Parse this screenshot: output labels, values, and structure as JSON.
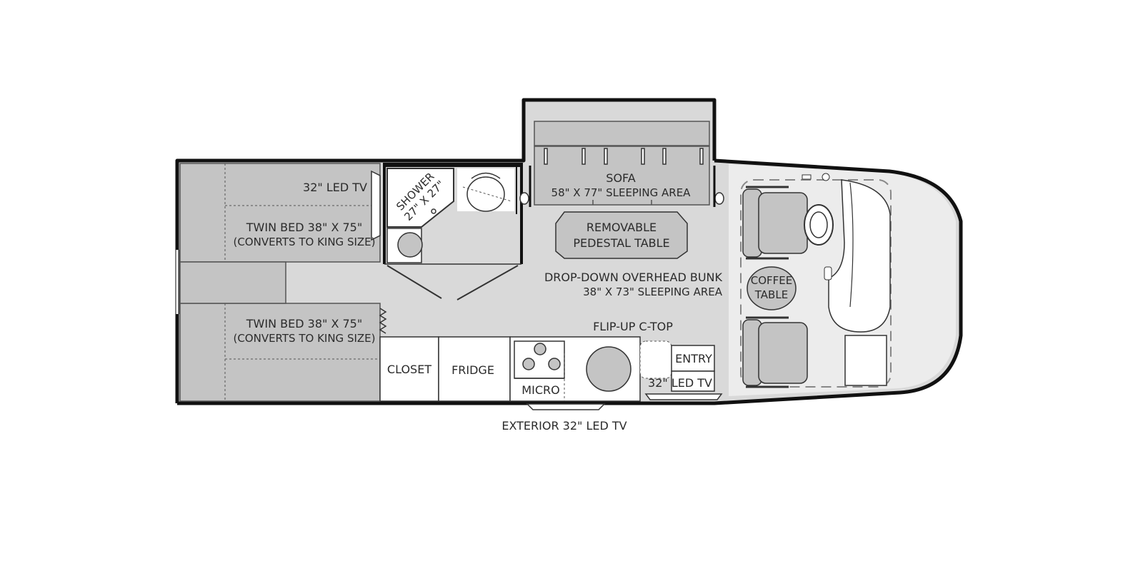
{
  "labels": {
    "bedroom_tv": "32\" LED TV",
    "twin_bed_top": "TWIN BED 38\" X 75\"",
    "twin_bed_top_note": "(CONVERTS TO KING SIZE)",
    "twin_bed_bottom": "TWIN BED 38\" X 75\"",
    "twin_bed_bottom_note": "(CONVERTS TO KING SIZE)",
    "shower_line1": "SHOWER",
    "shower_line2": "27\" X 27\"",
    "sofa": "SOFA",
    "sofa_note": "58\" X 77\" SLEEPING AREA",
    "table_line1": "REMOVABLE",
    "table_line2": "PEDESTAL TABLE",
    "bunk": "DROP-DOWN OVERHEAD BUNK",
    "bunk_note": "38\" X 73\" SLEEPING AREA",
    "coffee_line1": "COFFEE",
    "coffee_line2": "TABLE",
    "flip_top": "FLIP-UP C-TOP",
    "entry": "ENTRY",
    "front_tv": "32\" LED TV",
    "closet": "CLOSET",
    "fridge": "FRIDGE",
    "micro": "MICRO",
    "exterior_tv": "EXTERIOR 32\" LED TV"
  },
  "colors": {
    "floor": "#d9d9d9",
    "furniture": "#c4c4c4",
    "wall": "#111111",
    "line": "#555555",
    "text": "#2b2b2b"
  }
}
